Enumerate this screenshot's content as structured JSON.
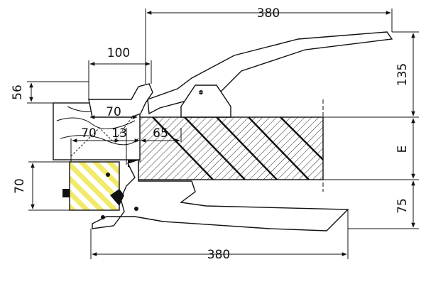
{
  "dimensions": {
    "top_length": "380",
    "bottom_length": "380",
    "catch_width": "100",
    "catch_height": "56",
    "upper_block": "70",
    "lower_block": "70",
    "gap": "13",
    "offset": "65",
    "left_height": "70",
    "handle_rise": "135",
    "thickness": "E",
    "lower_height": "75"
  },
  "colors": {
    "hatch_yellow": "#f2ea6a",
    "ink": "#111111"
  }
}
